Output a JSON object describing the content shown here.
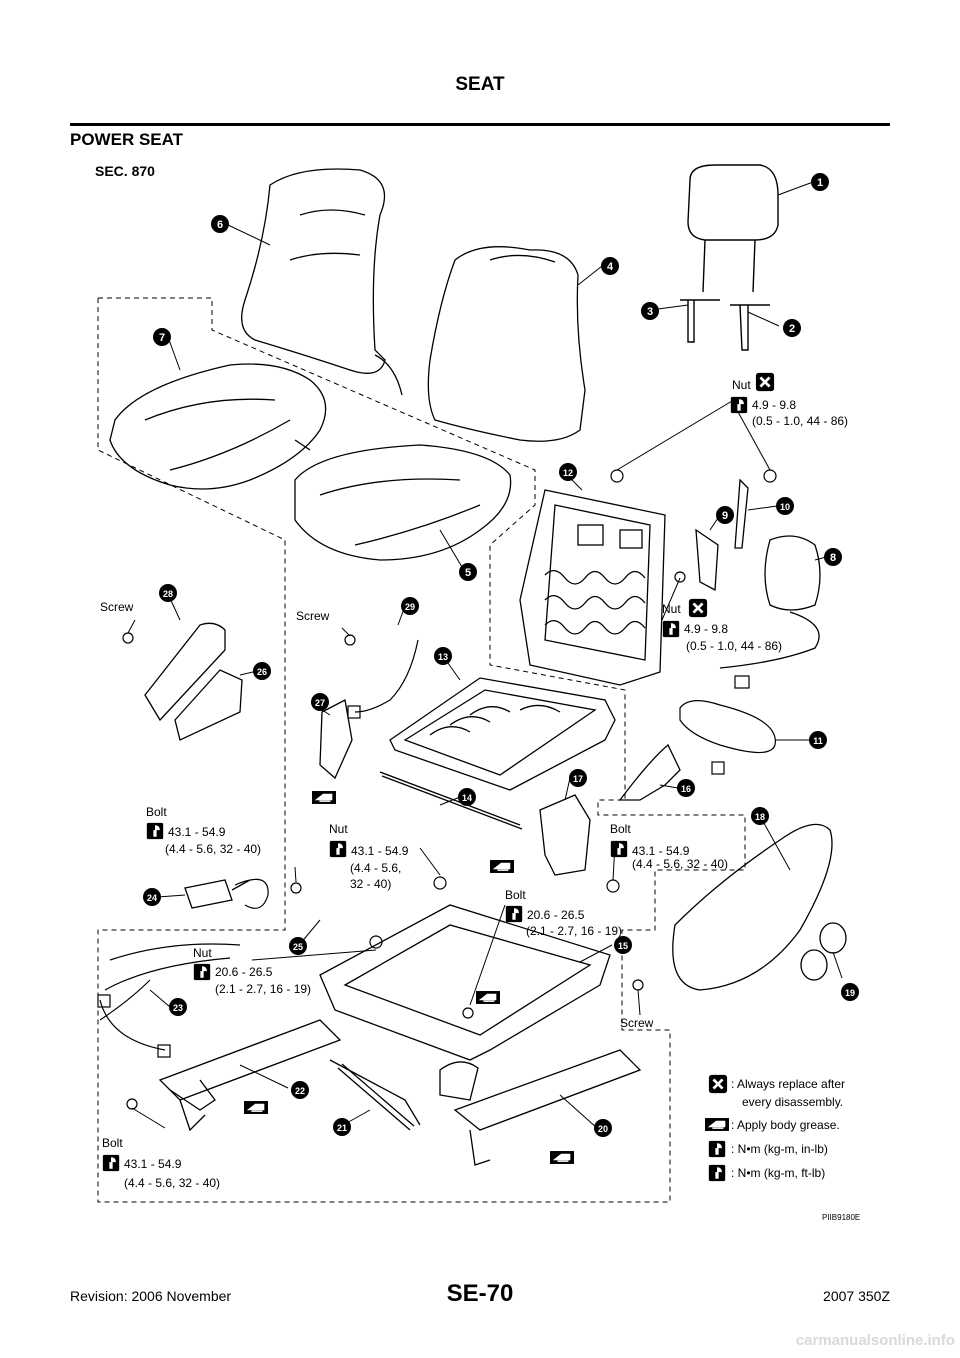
{
  "header": {
    "title": "SEAT",
    "section": "POWER SEAT"
  },
  "figure": {
    "sec_label": "SEC. 870",
    "figure_id": "PIIB9180E",
    "callouts": [
      "1",
      "2",
      "3",
      "4",
      "5",
      "6",
      "7",
      "8",
      "9",
      "10",
      "11",
      "12",
      "13",
      "14",
      "15",
      "16",
      "17",
      "18",
      "19",
      "20",
      "21",
      "22",
      "23",
      "24",
      "25",
      "26",
      "27",
      "28",
      "29"
    ],
    "torque_notes": [
      {
        "label": "Nut",
        "line1": "4.9 - 9.8",
        "line2": "(0.5 - 1.0, 44 - 86)"
      },
      {
        "label": "Nut",
        "line1": "4.9 - 9.8",
        "line2": "(0.5 - 1.0, 44 - 86)"
      },
      {
        "label": "Bolt",
        "line1": "43.1 - 54.9",
        "line2": "(4.4 - 5.6, 32 - 40)"
      },
      {
        "label": "Nut",
        "line1": "43.1 - 54.9",
        "line2": "(4.4 - 5.6,",
        "line3": "32 - 40)"
      },
      {
        "label": "Bolt",
        "line1": "43.1 - 54.9",
        "line2": "(4.4 - 5.6, 32 - 40)"
      },
      {
        "label": "Bolt",
        "line1": "20.6 - 26.5",
        "line2": "(2.1 - 2.7, 16 - 19)"
      },
      {
        "label": "Nut",
        "line1": "20.6 - 26.5",
        "line2": "(2.1 - 2.7, 16 - 19)"
      },
      {
        "label": "Bolt",
        "line1": "43.1 - 54.9",
        "line2": "(4.4 - 5.6, 32 - 40)"
      }
    ],
    "screw_labels": [
      "Screw",
      "Screw",
      "Screw"
    ],
    "legend": [
      {
        "line1": ": Always replace after",
        "line2": "every disassembly."
      },
      {
        "line1": ": Apply body grease."
      },
      {
        "line1": ": N•m (kg-m, in-lb)"
      },
      {
        "line1": ": N•m (kg-m, ft-lb)"
      }
    ]
  },
  "footer": {
    "revision": "Revision: 2006 November",
    "page_number": "SE-70",
    "model": "2007 350Z",
    "watermark": "carmanualsonline.info"
  }
}
